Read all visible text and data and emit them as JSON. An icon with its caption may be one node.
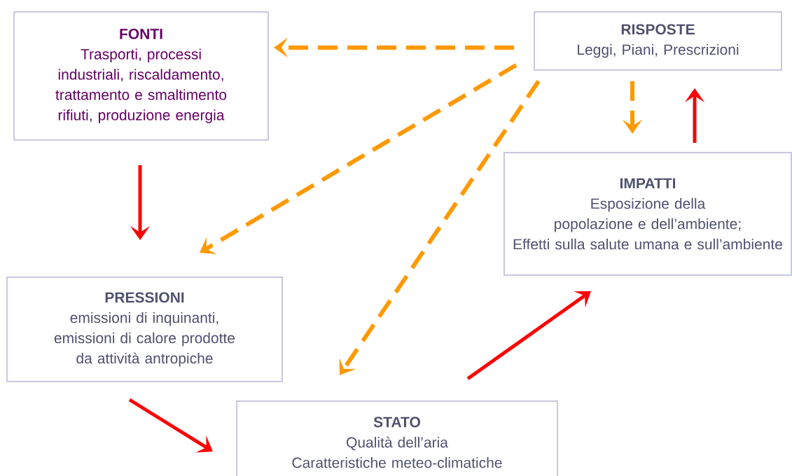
{
  "diagram": {
    "nodes": [
      {
        "text": [
          "FONTI",
          "Trasporti, processi industriali, riscaldamento, trattamento e smaltimento rifiuti, produzione energia"
        ]
      },
      {
        "text": [
          "RISPOSTE",
          "Leggi, Piani, Prescrizioni"
        ]
      },
      {
        "text": [
          "IMPATTI",
          "Esposizione della popolazione e dell’ambiente;",
          "Effetti sulla salute umana e sull’ambiente"
        ]
      },
      {
        "text": [
          "PRESSIONI",
          "emissioni di inquinanti, emissioni di calore prodotte da attività antropiche"
        ]
      },
      {
        "text": [
          "STATO",
          "Qualità dell’aria",
          "Caratteristiche meteo-climatiche"
        ]
      }
    ],
    "edges": [
      {
        "from": 1,
        "to": 0,
        "arrow": "to",
        "style": "dashed",
        "color": "#ff9900"
      },
      {
        "from": 1,
        "to": 3,
        "arrow": "to",
        "style": "dashed",
        "color": "#ff9900"
      },
      {
        "from": 1,
        "to": 4,
        "arrow": "to",
        "style": "dashed",
        "color": "#ff9900"
      },
      {
        "from": 1,
        "to": 2,
        "arrow": "to",
        "style": "dashed",
        "color": "#ff9900"
      },
      {
        "from": 0,
        "to": 3,
        "arrow": "to",
        "color": "#ff0000"
      },
      {
        "from": 3,
        "to": 4,
        "arrow": "to",
        "color": "#ff0000"
      },
      {
        "from": 4,
        "to": 2,
        "arrow": "to",
        "color": "#ff0000"
      },
      {
        "from": 2,
        "to": 1,
        "arrow": "to",
        "color": "#ff0000"
      }
    ]
  }
}
